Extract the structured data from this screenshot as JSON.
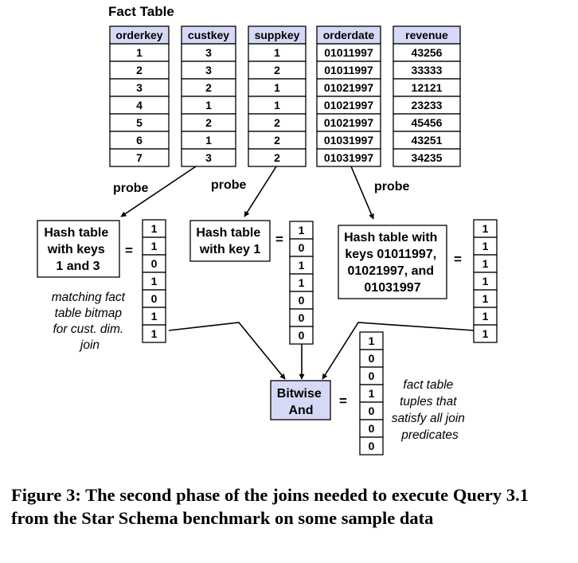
{
  "fact_table": {
    "title": "Fact Table",
    "columns": [
      "orderkey",
      "custkey",
      "suppkey",
      "orderdate",
      "revenue"
    ],
    "rows": [
      [
        "1",
        "3",
        "1",
        "01011997",
        "43256"
      ],
      [
        "2",
        "3",
        "2",
        "01011997",
        "33333"
      ],
      [
        "3",
        "2",
        "1",
        "01021997",
        "12121"
      ],
      [
        "4",
        "1",
        "1",
        "01021997",
        "23233"
      ],
      [
        "5",
        "2",
        "2",
        "01021997",
        "45456"
      ],
      [
        "6",
        "1",
        "2",
        "01031997",
        "43251"
      ],
      [
        "7",
        "3",
        "2",
        "01031997",
        "34235"
      ]
    ]
  },
  "probe_labels": [
    "probe",
    "probe",
    "probe"
  ],
  "hash_tables": [
    {
      "lines": [
        "Hash table",
        "with keys",
        "1 and 3"
      ],
      "bitmap": [
        "1",
        "1",
        "0",
        "1",
        "0",
        "1",
        "1"
      ]
    },
    {
      "lines": [
        "Hash table",
        "with key 1"
      ],
      "bitmap": [
        "1",
        "0",
        "1",
        "1",
        "0",
        "0",
        "0"
      ]
    },
    {
      "lines": [
        "Hash table with",
        "keys 01011997,",
        "01021997, and",
        "01031997"
      ],
      "bitmap": [
        "1",
        "1",
        "1",
        "1",
        "1",
        "1",
        "1"
      ]
    }
  ],
  "equals_sign": "=",
  "bitmap_note": [
    "matching fact",
    "table bitmap",
    "for cust. dim.",
    "join"
  ],
  "bitwise_and": {
    "lines": [
      "Bitwise",
      "And"
    ],
    "bg_color": "#d5d9f5"
  },
  "result": {
    "bitmap": [
      "1",
      "0",
      "0",
      "1",
      "0",
      "0",
      "0"
    ],
    "note": [
      "fact table",
      "tuples that",
      "satisfy all join",
      "predicates"
    ]
  },
  "caption": "Figure 3:  The second phase of the joins needed to execute Query 3.1 from the Star Schema benchmark on some sample data"
}
